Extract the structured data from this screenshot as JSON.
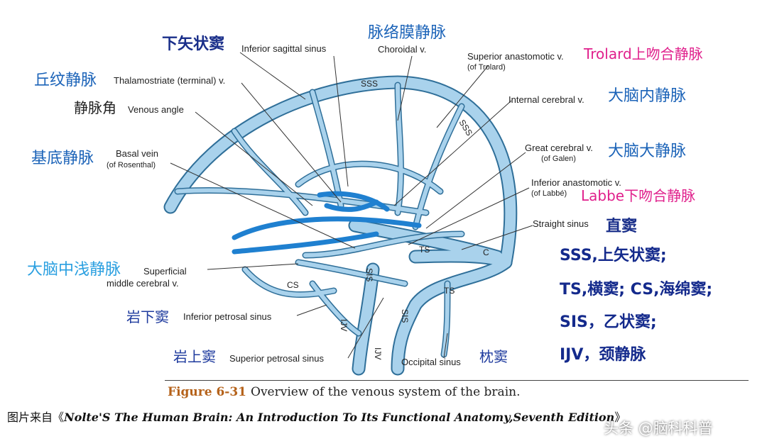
{
  "labels": {
    "inferior_sagittal": {
      "zh": "下矢状窦",
      "en": "Inferior sagittal sinus"
    },
    "choroidal": {
      "zh": "脉络膜静脉",
      "en": "Choroidal v."
    },
    "sup_anastomotic": {
      "en1": "Superior anastomotic v.",
      "en2": "(of Trolard)",
      "zh": "Trolard上吻合静脉"
    },
    "thalamostriate": {
      "zh": "丘纹静脉",
      "en": "Thalamostriate (terminal) v."
    },
    "venous_angle": {
      "zh": "静脉角",
      "en": "Venous angle"
    },
    "internal_cerebral": {
      "en": "Internal cerebral v.",
      "zh": "大脑内静脉"
    },
    "basal_vein": {
      "zh": "基底静脉",
      "en1": "Basal vein",
      "en2": "(of Rosenthal)"
    },
    "great_cerebral": {
      "en1": "Great cerebral v.",
      "en2": "(of Galen)",
      "zh": "大脑大静脉"
    },
    "inf_anastomotic": {
      "en1": "Inferior anastomotic v.",
      "en2": "(of Labbé)",
      "zh": "Labbe下吻合静脉"
    },
    "straight_sinus": {
      "en": "Straight sinus",
      "zh": "直窦"
    },
    "superficial_middle": {
      "zh": "大脑中浅静脉",
      "en1": "Superficial",
      "en2": "middle cerebral v."
    },
    "inf_petrosal": {
      "zh": "岩下窦",
      "en": "Inferior petrosal sinus"
    },
    "sup_petrosal": {
      "zh": "岩上窦",
      "en": "Superior petrosal sinus"
    },
    "occipital": {
      "en": "Occipital sinus",
      "zh": "枕窦"
    }
  },
  "abbreviations": {
    "sss": "SSS",
    "ts": "TS",
    "cs": "CS",
    "sis": "SIS",
    "ijv": "IJV",
    "c": "C"
  },
  "legend": [
    "SSS,上矢状窦;",
    "TS,横窦; CS,海绵窦;",
    "SIS，乙状窦;",
    "IJV，颈静脉"
  ],
  "caption": {
    "figure": "Figure 6-31",
    "text": "Overview of the venous system of the brain."
  },
  "source": {
    "prefix": "图片来自《",
    "book": "Nolte'S The Human Brain: An Introduction To Its Functional Anatomy,Seventh Edition",
    "suffix": "》"
  },
  "watermark": "头条 @脑科科普",
  "colors": {
    "vein_fill": "#a9d2ec",
    "vein_edge": "#2f6f99",
    "deep_vein": "#1f80d0",
    "pink": "#e0208c",
    "navy": "#1a2f8a"
  }
}
